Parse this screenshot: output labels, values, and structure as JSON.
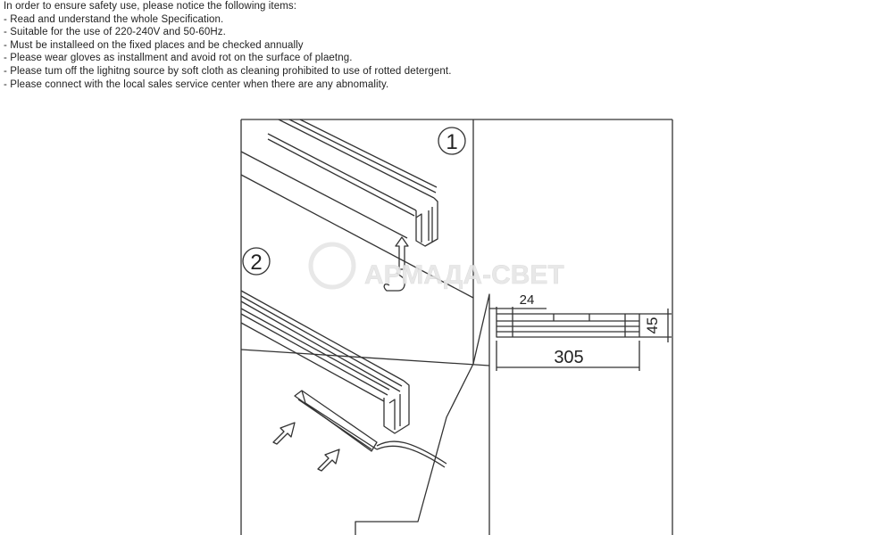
{
  "notice": {
    "intro": "In order to ensure safety use, please notice the following items:",
    "items": [
      "- Read and understand the whole Specification.",
      "- Suitable for the use of 220-240V and 50-60Hz.",
      "- Must be installeed on the fixed places and be checked annually",
      "- Please wear gloves as installment and avoid rot on the surface of plaetng.",
      "- Please tum off the lighitng source by soft cloth as cleaning prohibited to use of rotted detergent.",
      "- Please connect with the local sales service center when there are any abnomality."
    ]
  },
  "figure": {
    "step1": "1",
    "step2": "2",
    "dim_width": "24",
    "dim_height": "45",
    "dim_length": "305"
  },
  "watermark": {
    "text": "АРМАДА-СВЕТ"
  },
  "colors": {
    "line": "#333333",
    "watermark": "#e6e6e6"
  }
}
